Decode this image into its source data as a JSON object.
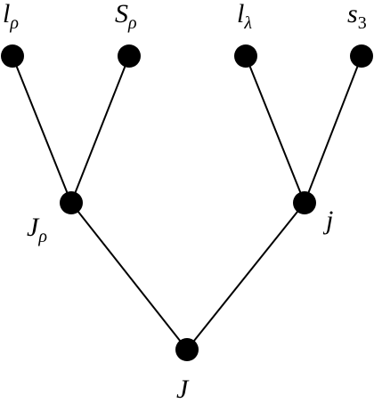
{
  "diagram": {
    "labels": {
      "l_rho": {
        "main": "l",
        "sub": "ρ"
      },
      "S_rho": {
        "main": "S",
        "sub": "ρ"
      },
      "l_lambda": {
        "main": "l",
        "sub": "λ"
      },
      "s_3": {
        "main": "s",
        "sub": "3"
      },
      "J_rho": {
        "main": "J",
        "sub": "ρ"
      },
      "j": {
        "main": "j"
      },
      "J": {
        "main": "J"
      }
    },
    "edges": [
      [
        "l_rho",
        "J_rho"
      ],
      [
        "S_rho",
        "J_rho"
      ],
      [
        "l_lambda",
        "j"
      ],
      [
        "s_3",
        "j"
      ],
      [
        "J_rho",
        "J"
      ],
      [
        "j",
        "J"
      ]
    ]
  }
}
